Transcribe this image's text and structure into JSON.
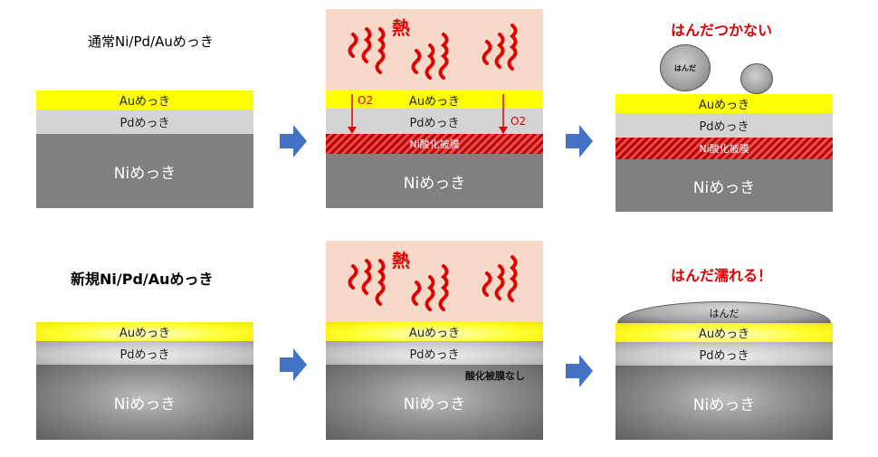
{
  "top": {
    "title": "通常Ni/Pd/Auめっき",
    "heat_label": "熱",
    "au": "Auめっき",
    "pd": "Pdめっき",
    "ni": "Niめっき",
    "oxide": "Ni酸化被膜",
    "o2": "O2",
    "result": "はんだつかない",
    "solder": "はんだ"
  },
  "bottom": {
    "title": "新規Ni/Pd/Auめっき",
    "heat_label": "熱",
    "au": "Auめっき",
    "pd": "Pdめっき",
    "ni": "Niめっき",
    "no_oxide": "酸化被膜なし",
    "result": "はんだ濡れる！",
    "solder": "はんだ"
  },
  "colors": {
    "gold": "#ffff00",
    "palladium": "#d4d4d4",
    "nickel": "#808080",
    "oxide": "#c00000",
    "heat_bg": "#f8d8c8",
    "heat_wave": "#e00000",
    "arrow": "#4472c4",
    "accent_text": "#e00000"
  },
  "icons": [
    "heat-wave-icon",
    "right-arrow-icon",
    "down-arrow-icon"
  ]
}
